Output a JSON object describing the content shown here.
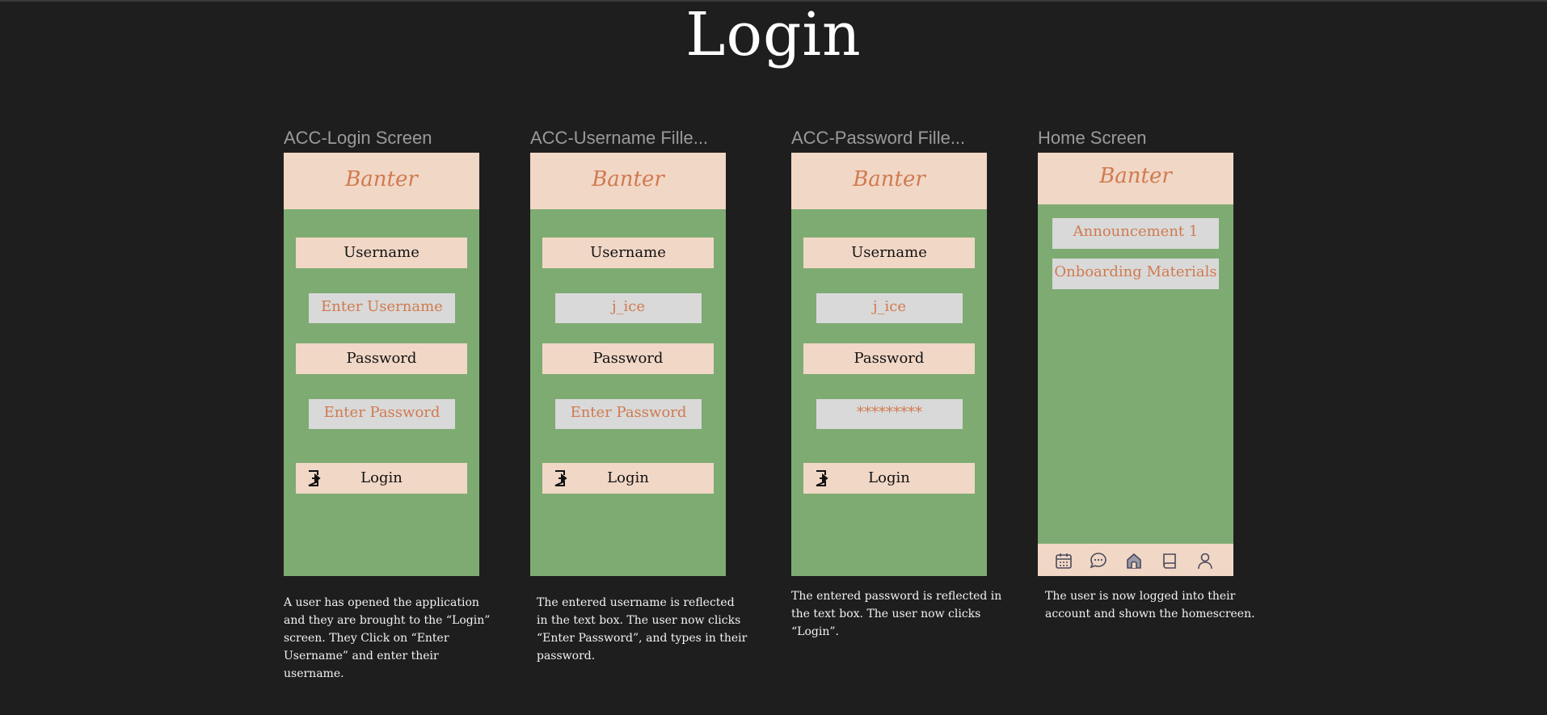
{
  "page": {
    "title": "Login"
  },
  "frames": [
    {
      "label": "ACC-Login Screen",
      "brand": "Banter",
      "username_label": "Username",
      "username_value": "Enter Username",
      "password_label": "Password",
      "password_value": "Enter Password",
      "login_label": "Login",
      "description": "A user has opened the application\nand they are brought to the “Login”\nscreen.  They Click on “Enter\nUsername” and enter their\nusername."
    },
    {
      "label": "ACC-Username Fille...",
      "brand": "Banter",
      "username_label": "Username",
      "username_value": "j_ice",
      "password_label": "Password",
      "password_value": "Enter Password",
      "login_label": "Login",
      "description": "The entered  username is reflected\nin the text box.  The user now clicks\n“Enter Password”, and types in their\npassword."
    },
    {
      "label": "ACC-Password Fille...",
      "brand": "Banter",
      "username_label": "Username",
      "username_value": "j_ice",
      "password_label": "Password",
      "password_value": "*********",
      "login_label": "Login",
      "description": "The entered password is reflected in\nthe text box.  The user now clicks\n“Login”."
    },
    {
      "label": "Home Screen",
      "brand": "Banter",
      "items": [
        "Announcement 1",
        "Onboarding Materials"
      ],
      "nav_icons": [
        "calendar-icon",
        "chat-icon",
        "home-icon",
        "book-icon",
        "user-icon"
      ],
      "description": "The user is now logged into their\naccount and shown the homescreen."
    }
  ],
  "colors": {
    "background": "#1e1e1e",
    "frame_green": "#7eab72",
    "peach": "#f1d7c6",
    "input_gray": "#d9d9d9",
    "accent_orange": "#d07a4f"
  }
}
